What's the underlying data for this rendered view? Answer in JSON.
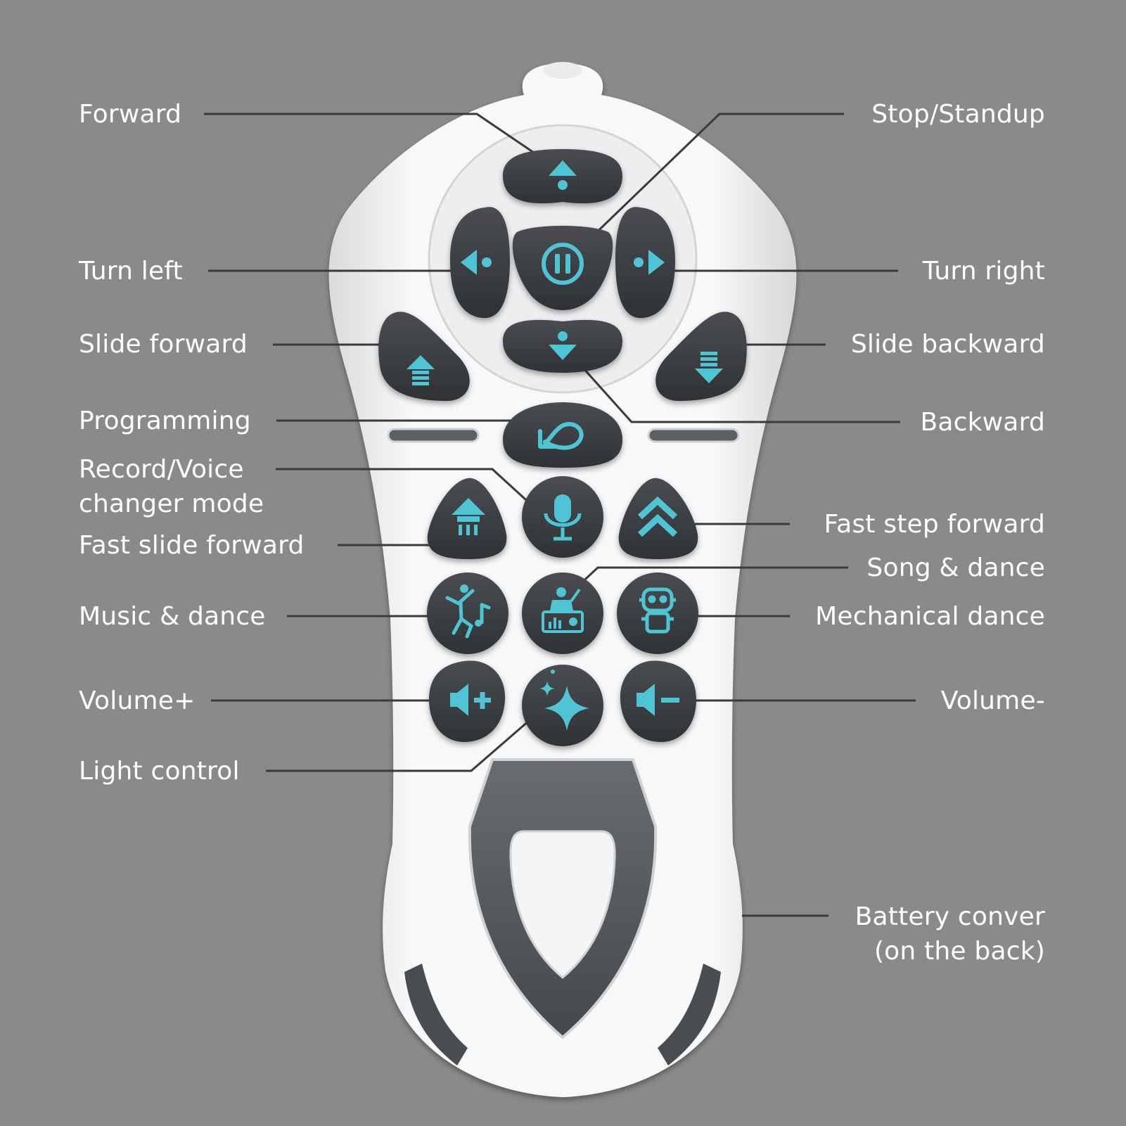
{
  "colors": {
    "background": "#8a8a8a",
    "remote_body": "#f4f5f6",
    "button": "#3d4043",
    "icon_accent": "#4fc4d4",
    "leader_line": "#3a3a3a",
    "label_text": "#ffffff"
  },
  "labels": {
    "forward": "Forward",
    "stop_standup": "Stop/Standup",
    "turn_left": "Turn left",
    "turn_right": "Turn right",
    "slide_forward": "Slide forward",
    "slide_backward": "Slide backward",
    "programming": "Programming",
    "backward": "Backward",
    "record_voice_line1": "Record/Voice",
    "record_voice_line2": "changer mode",
    "fast_step_forward": "Fast step forward",
    "fast_slide_forward": "Fast slide forward",
    "song_dance": "Song & dance",
    "music_dance": "Music & dance",
    "mechanical_dance": "Mechanical dance",
    "volume_up": "Volume+",
    "volume_down": "Volume-",
    "light_control": "Light control",
    "battery_cover_line1": "Battery conver",
    "battery_cover_line2": "(on the back)"
  },
  "icons": {
    "forward": "arrow-up-icon",
    "stop": "pause-icon",
    "turn_left": "arrow-left-icon",
    "turn_right": "arrow-right-icon",
    "backward": "arrow-down-icon",
    "slide_forward": "slide-up-icon",
    "slide_backward": "slide-down-icon",
    "programming": "loop-arrow-icon",
    "record": "microphone-icon",
    "fast_slide_forward": "fast-slide-up-icon",
    "fast_step_forward": "double-chevron-up-icon",
    "music_dance": "dancer-icon",
    "song_dance": "dj-icon",
    "mechanical_dance": "robot-icon",
    "volume_up": "volume-up-icon",
    "volume_down": "volume-down-icon",
    "light_control": "sparkle-icon"
  }
}
